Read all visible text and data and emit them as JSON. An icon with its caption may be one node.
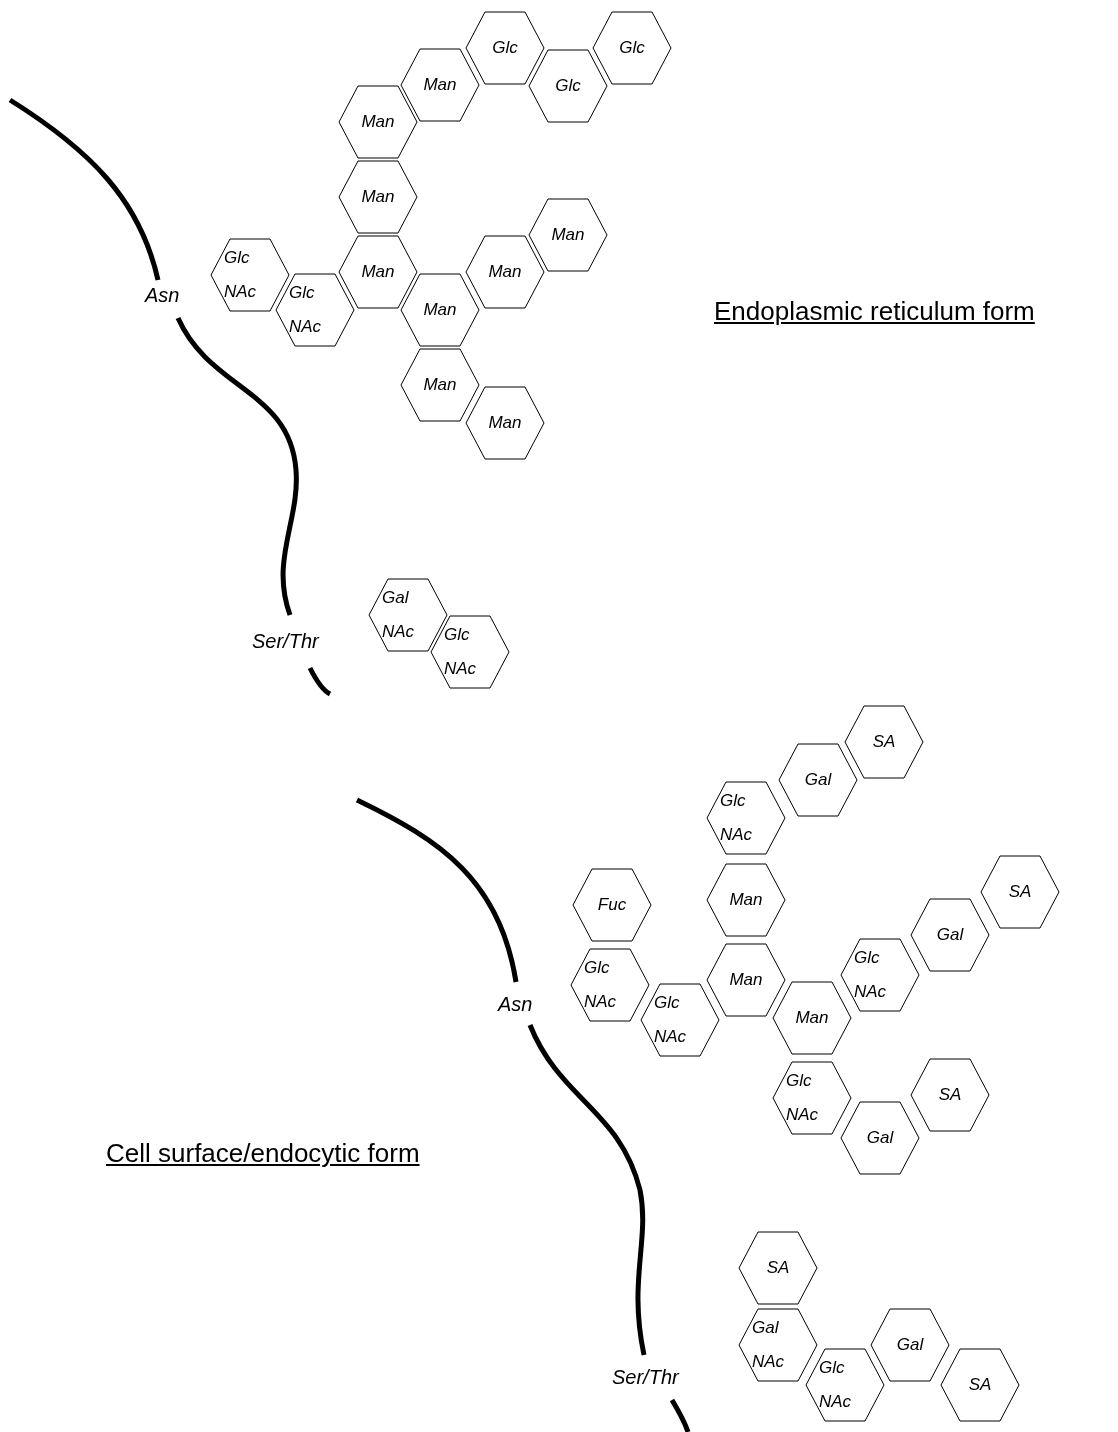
{
  "diagram": {
    "nodes": [
      {
        "text": [
          "Glc"
        ]
      },
      {
        "text": [
          "Glc"
        ]
      },
      {
        "text": [
          "Man"
        ]
      },
      {
        "text": [
          "Glc"
        ]
      },
      {
        "text": [
          "Man"
        ]
      },
      {
        "text": [
          "Man"
        ]
      },
      {
        "text": [
          "Man"
        ]
      },
      {
        "text": [
          "Glc NAc"
        ]
      },
      {
        "text": [
          "Man"
        ]
      },
      {
        "text": [
          "Man"
        ]
      },
      {
        "text": [
          "Glc NAc"
        ]
      },
      {
        "text": [
          "Man"
        ]
      },
      {
        "text": [
          "Man"
        ]
      },
      {
        "text": [
          "Man"
        ]
      },
      {
        "text": [
          "Gal NAc"
        ]
      },
      {
        "text": [
          "Glc NAc"
        ]
      },
      {
        "text": [
          "SA"
        ]
      },
      {
        "text": [
          "Gal"
        ]
      },
      {
        "text": [
          "Glc NAc"
        ]
      },
      {
        "text": [
          "Man"
        ]
      },
      {
        "text": [
          "Fuc"
        ]
      },
      {
        "text": [
          "SA"
        ]
      },
      {
        "text": [
          "Gal"
        ]
      },
      {
        "text": [
          "Man"
        ]
      },
      {
        "text": [
          "Glc NAc"
        ]
      },
      {
        "text": [
          "Glc NAc"
        ]
      },
      {
        "text": [
          "Glc NAc"
        ]
      },
      {
        "text": [
          "Man"
        ]
      },
      {
        "text": [
          "Glc NAc"
        ]
      },
      {
        "text": [
          "SA"
        ]
      },
      {
        "text": [
          "Gal"
        ]
      },
      {
        "text": [
          "SA"
        ]
      },
      {
        "text": [
          "Gal NAc"
        ]
      },
      {
        "text": [
          "Glc NAc"
        ]
      },
      {
        "text": [
          "Gal"
        ]
      },
      {
        "text": [
          "SA"
        ]
      }
    ],
    "labels": [
      "Asn",
      "Endoplasmic reticulum form",
      "Ser/Thr",
      "Asn",
      "Cell surface/endocytic form",
      "Ser/Thr"
    ]
  }
}
